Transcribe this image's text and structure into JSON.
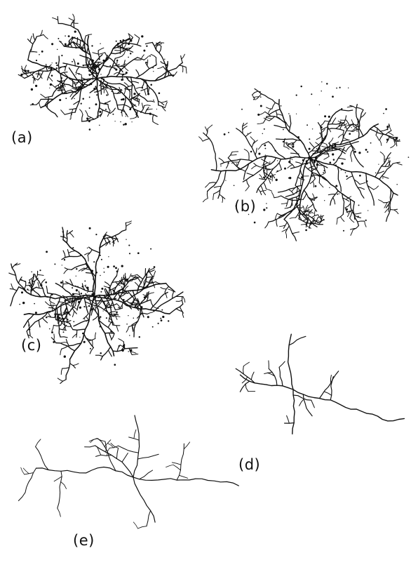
{
  "figure": {
    "ink_color": "#111111",
    "background": "#ffffff",
    "panels": [
      {
        "id": "a",
        "label": "(a)",
        "arms": 8,
        "density": "dense",
        "branching": 0.55
      },
      {
        "id": "b",
        "label": "(b)",
        "arms": 8,
        "density": "dense",
        "branching": 0.5
      },
      {
        "id": "c",
        "label": "(c)",
        "arms": 6,
        "density": "dense",
        "branching": 0.5
      },
      {
        "id": "d",
        "label": "(d)",
        "arms": 4,
        "density": "sparse",
        "branching": 0.3
      },
      {
        "id": "e",
        "label": "(e)",
        "arms": 5,
        "density": "sparse",
        "branching": 0.25
      }
    ]
  }
}
